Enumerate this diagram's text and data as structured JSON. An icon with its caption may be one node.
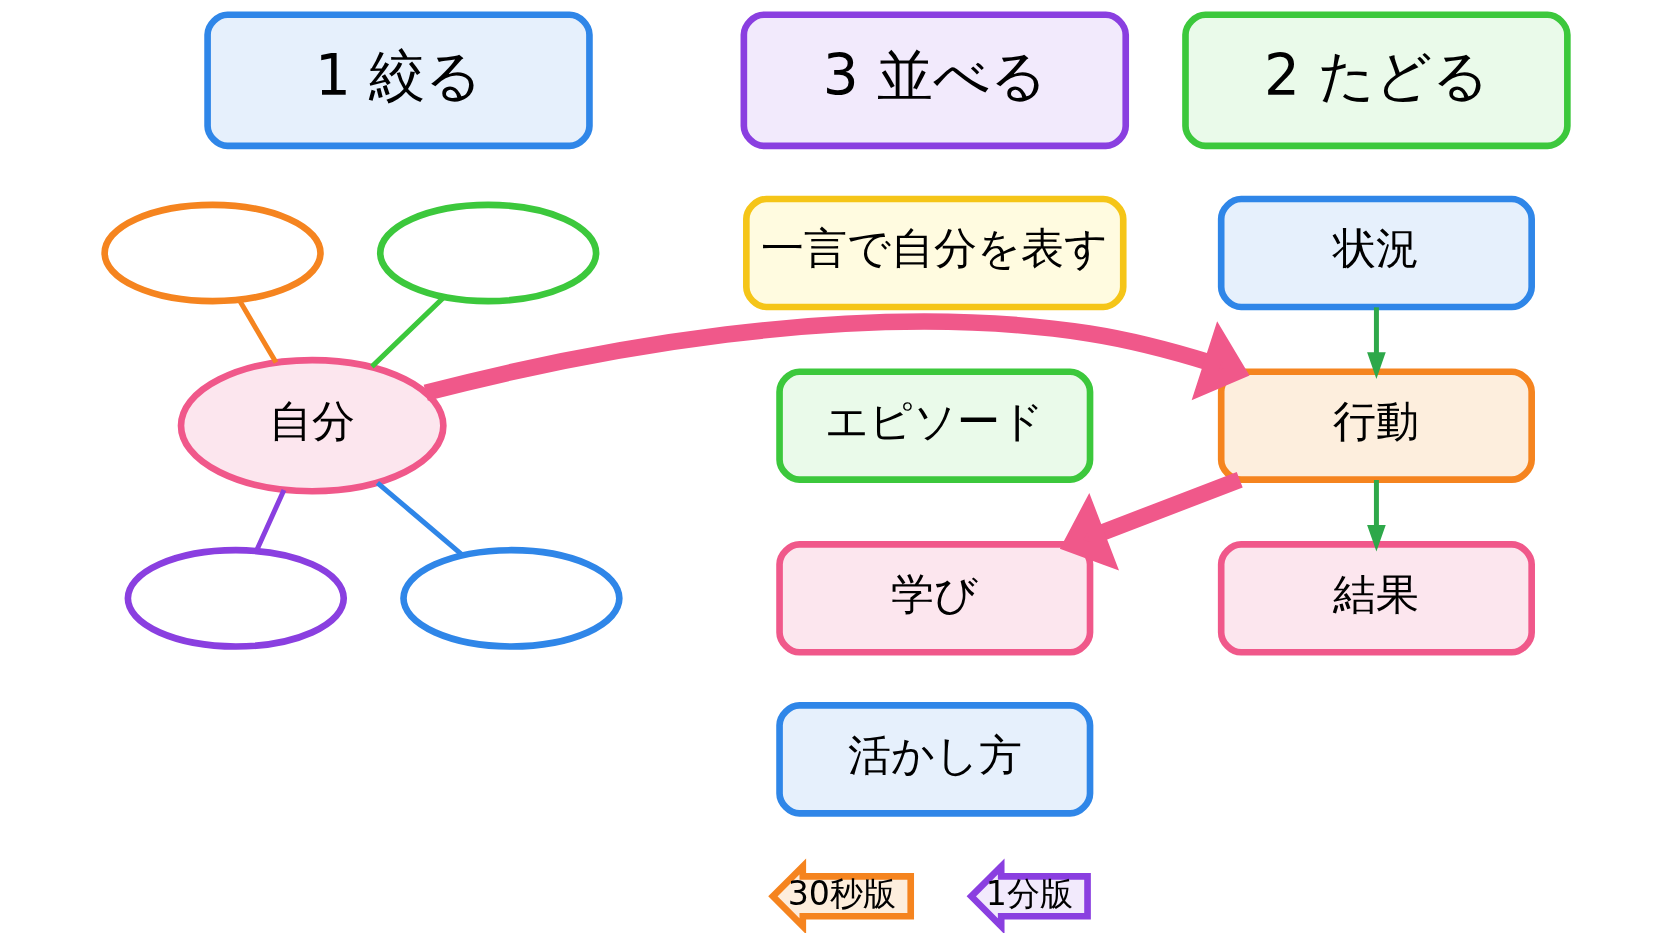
{
  "diagram": {
    "nodes": [
      {
        "text": [
          "1 絞る"
        ]
      },
      {
        "text": [
          "2 たどる"
        ]
      },
      {
        "text": [
          "3 並べる"
        ]
      },
      {
        "text": [],
        "shape": "ellipse"
      },
      {
        "text": [],
        "shape": "ellipse"
      },
      {
        "text": [
          "自分"
        ]
      },
      {
        "text": [],
        "shape": "ellipse"
      },
      {
        "text": [],
        "shape": "ellipse"
      },
      {
        "text": [
          "状況"
        ]
      },
      {
        "text": [
          "行動"
        ]
      },
      {
        "text": [
          "結果"
        ]
      },
      {
        "text": [
          "一言で自分を表す"
        ]
      },
      {
        "text": [
          "エピソード"
        ]
      },
      {
        "text": [
          "学び"
        ]
      },
      {
        "text": [
          "活かし方"
        ]
      },
      {
        "text": [
          "30秒版"
        ]
      },
      {
        "text": [
          "1分版"
        ]
      }
    ],
    "edges": [
      {
        "from": 3,
        "to": 5,
        "arrow": "none",
        "color": "#f5841f"
      },
      {
        "from": 4,
        "to": 5,
        "arrow": "none",
        "color": "#3cc83c"
      },
      {
        "from": 5,
        "to": 6,
        "arrow": "none",
        "color": "#8a3fe0"
      },
      {
        "from": 5,
        "to": 7,
        "arrow": "none",
        "color": "#2f86e8"
      },
      {
        "from": 5,
        "to": 9,
        "arrow": "to",
        "style": "thick",
        "color": "#f0588a"
      },
      {
        "from": 8,
        "to": 9,
        "arrow": "to",
        "color": "#2ea84a"
      },
      {
        "from": 9,
        "to": 10,
        "arrow": "to",
        "color": "#2ea84a"
      },
      {
        "from": 9,
        "to": 13,
        "arrow": "to",
        "style": "thick",
        "color": "#f0588a"
      }
    ]
  }
}
